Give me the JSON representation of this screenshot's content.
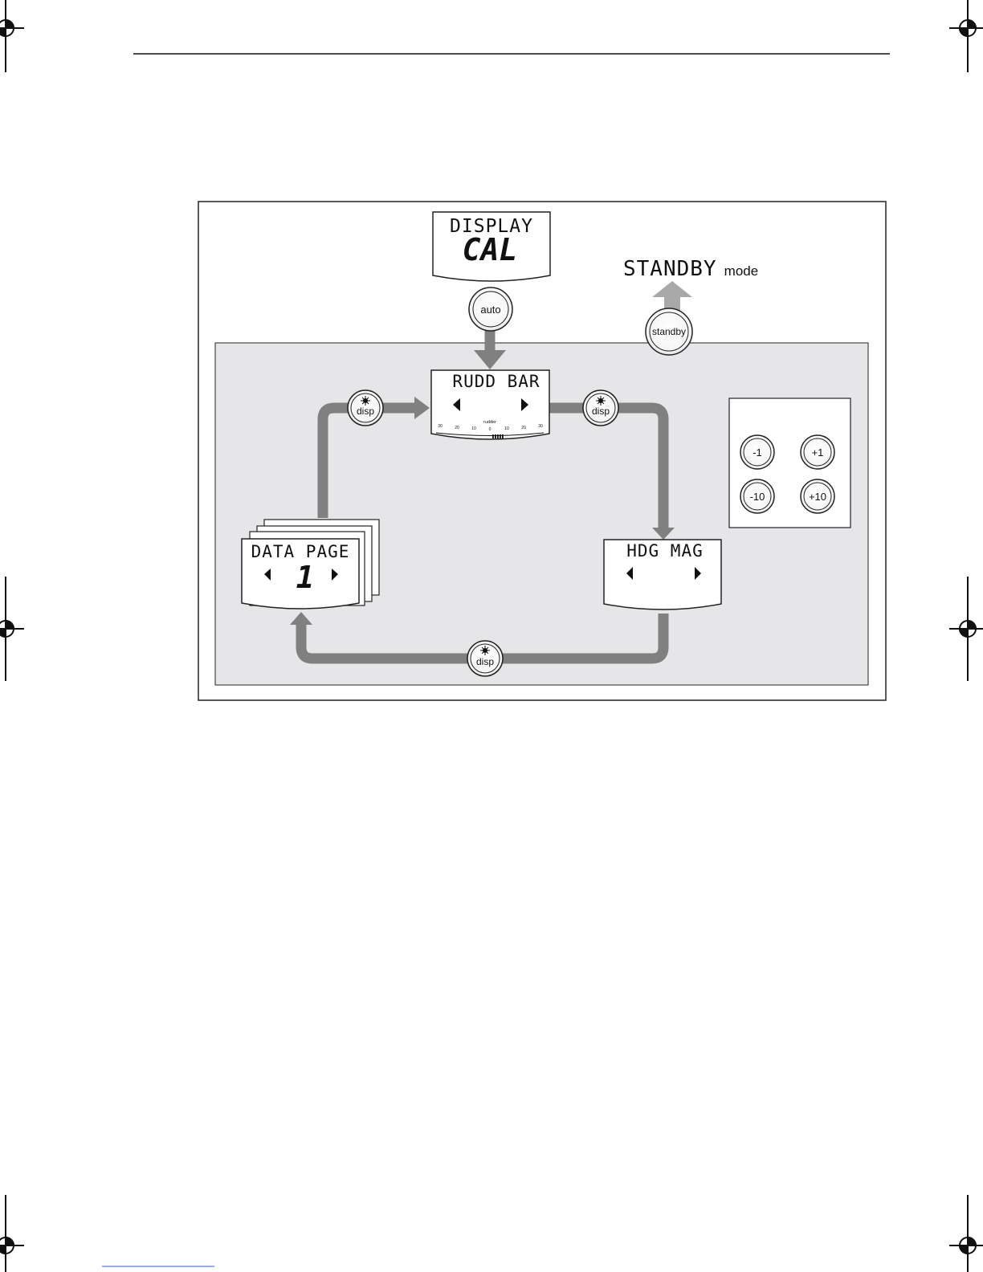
{
  "display_cal": {
    "line1": "DISPLAY",
    "line2": "CAL"
  },
  "standby": {
    "lcd": "STANDBY",
    "suffix": "mode"
  },
  "buttons": {
    "auto": "auto",
    "standby": "standby",
    "disp": "disp",
    "minus1": "-1",
    "plus1": "+1",
    "minus10": "-10",
    "plus10": "+10"
  },
  "rudd_bar": {
    "title": "RUDD BAR",
    "scale_label": "rudder",
    "ticks": [
      "30",
      "20",
      "10",
      "0",
      "10",
      "20",
      "30"
    ]
  },
  "hdg_mag": {
    "title": "HDG MAG"
  },
  "data_page": {
    "title": "DATA PAGE",
    "number": "1"
  },
  "colors": {
    "panel": "#e6e6e8",
    "arrow_dark": "#808080",
    "arrow_light": "#a9a9a9"
  }
}
